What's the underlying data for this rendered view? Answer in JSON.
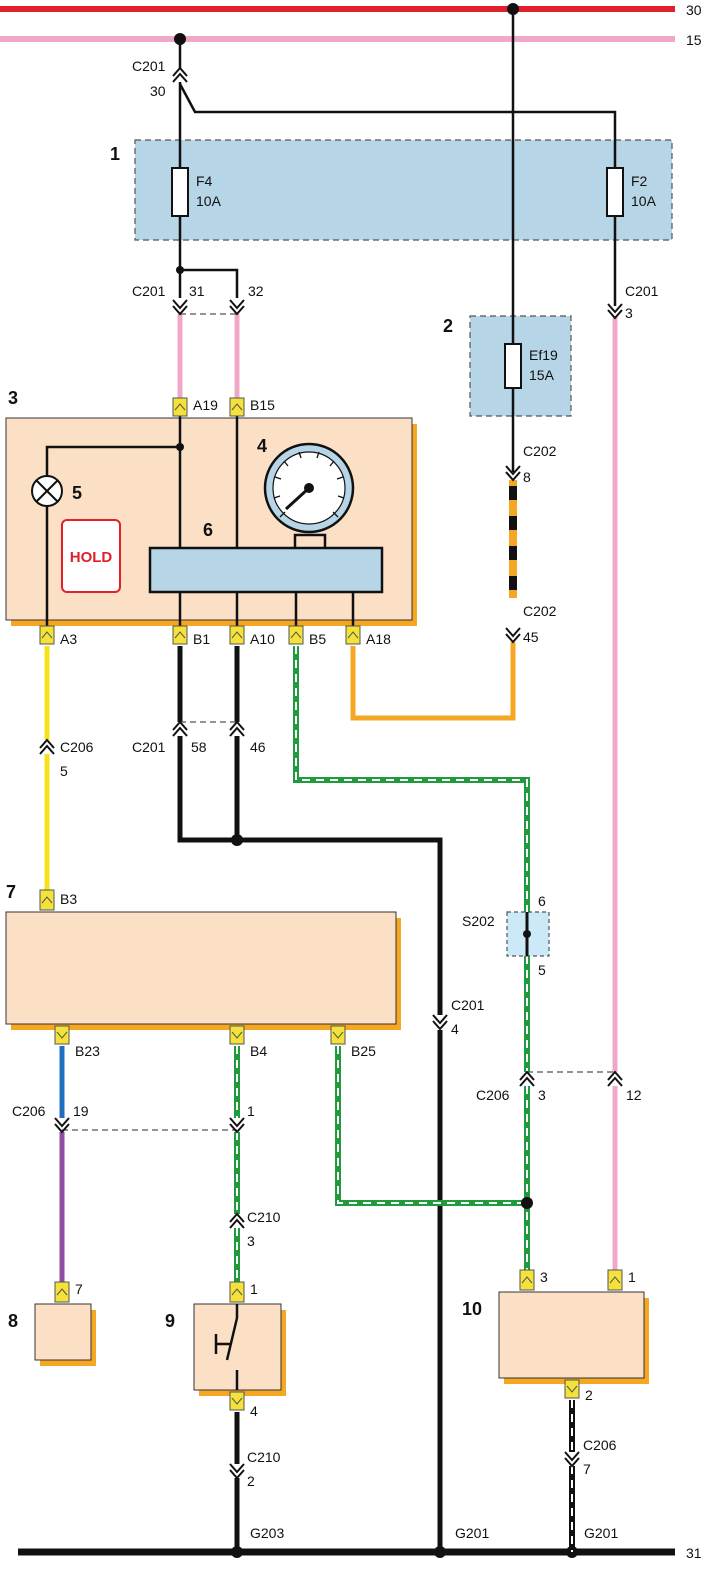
{
  "bus": {
    "line30": "30",
    "line15": "15",
    "line31": "31"
  },
  "numbers": {
    "n1": "1",
    "n2": "2",
    "n3": "3",
    "n4": "4",
    "n5": "5",
    "n6": "6",
    "n7": "7",
    "n8": "8",
    "n9": "9",
    "n10": "10"
  },
  "hold": "HOLD",
  "fuses": {
    "f4": {
      "name": "F4",
      "rating": "10A"
    },
    "f2": {
      "name": "F2",
      "rating": "10A"
    },
    "ef19": {
      "name": "Ef19",
      "rating": "15A"
    }
  },
  "conn": {
    "c201_top": "C201",
    "c201_top_pin": "30",
    "c201_31_32": "C201",
    "p31": "31",
    "p32": "32",
    "c201_3": "C201",
    "p3": "3",
    "c202_8": "C202",
    "p8": "8",
    "c202_45": "C202",
    "p45": "45",
    "c206_5": "C206",
    "p5": "5",
    "c201_58_46": "C201",
    "p58": "58",
    "p46": "46",
    "c201_4": "C201",
    "p4": "4",
    "s202": "S202",
    "s202_6": "6",
    "s202_5": "5",
    "c206_3": "C206",
    "p3b": "3",
    "p12": "12",
    "c206_19": "C206",
    "p19": "19",
    "p1": "1",
    "c210_3": "C210",
    "p3c": "3",
    "c210_2": "C210",
    "p2": "2",
    "c206_7": "C206",
    "p7": "7"
  },
  "pins": {
    "a19": "A19",
    "b15": "B15",
    "a3": "A3",
    "b1": "B1",
    "a10": "A10",
    "b5": "B5",
    "a18": "A18",
    "b3": "B3",
    "b23": "B23",
    "b4": "B4",
    "b25": "B25",
    "m8_7": "7",
    "m9_1": "1",
    "m9_4": "4",
    "m10_3": "3",
    "m10_1": "1",
    "m10_2": "2"
  },
  "grounds": {
    "g203": "G203",
    "g201a": "G201",
    "g201b": "G201"
  },
  "colors": {
    "red": "#e0202a",
    "pink": "#f0a8c8",
    "black": "#111111",
    "yellow": "#f7e11d",
    "orange": "#f5a623",
    "green": "#1f9a3c",
    "blue": "#1e6fc0",
    "violet": "#8e4ea2",
    "module": "#fbe0c6",
    "fusebox": "#b6d5e6",
    "connector": "#f4e13a"
  }
}
